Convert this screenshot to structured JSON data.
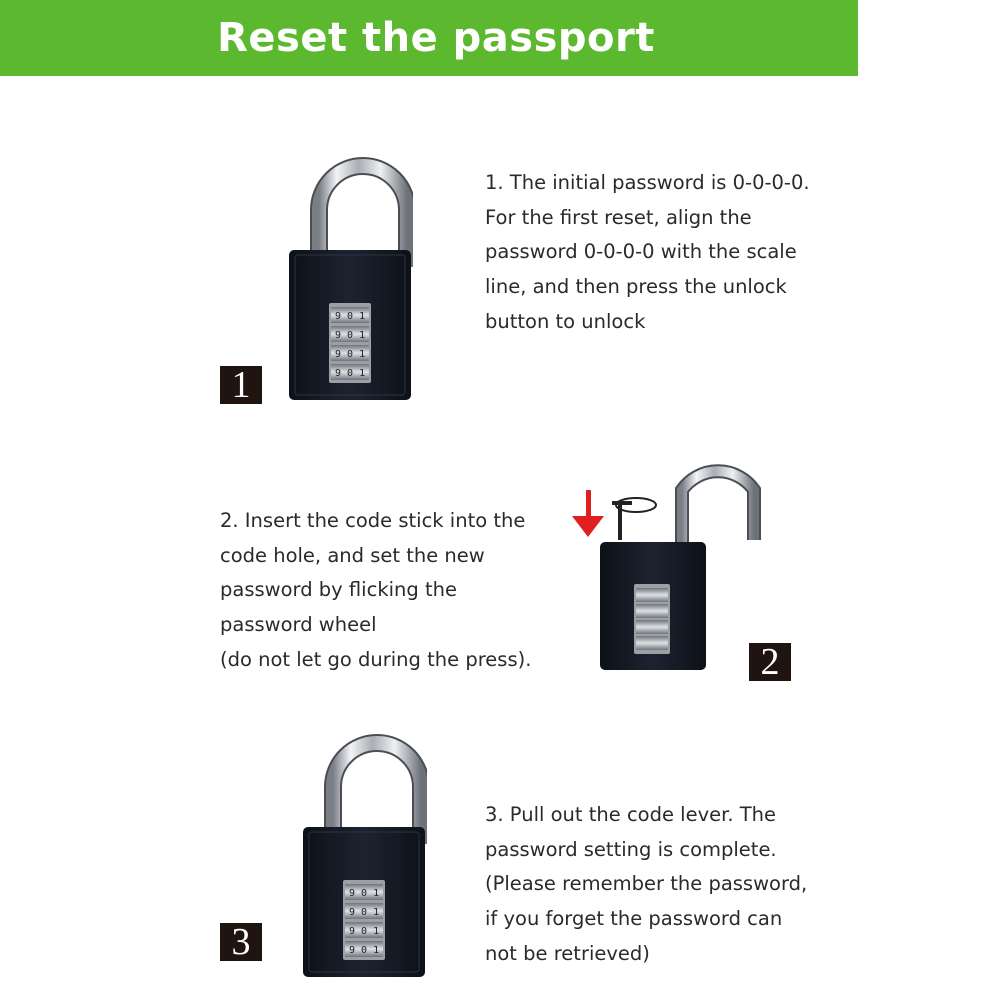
{
  "header": {
    "title": "Reset the passport"
  },
  "colors": {
    "banner": "#5cb82f",
    "lock_body": "#141a24",
    "badge": "#1f1410",
    "arrow": "#e02020"
  },
  "steps": [
    {
      "number": "1",
      "text": "1. The initial password is 0-0-0-0.\nFor the first reset, align the\npassword 0-0-0-0 with the scale\nline, and then press the unlock\nbutton to unlock",
      "icon": "padlock-closed-icon"
    },
    {
      "number": "2",
      "text": "2. Insert the code stick into the\ncode hole, and set the new\npassword by flicking the\npassword wheel\n(do not let go during the press).",
      "icon": "padlock-open-icon"
    },
    {
      "number": "3",
      "text": "3. Pull out the code lever. The\npassword setting is complete.\n(Please remember the password,\nif you forget the password can\nnot be retrieved)",
      "icon": "padlock-closed-icon"
    }
  ],
  "icons": [
    "down-arrow-icon",
    "code-stick-icon"
  ]
}
